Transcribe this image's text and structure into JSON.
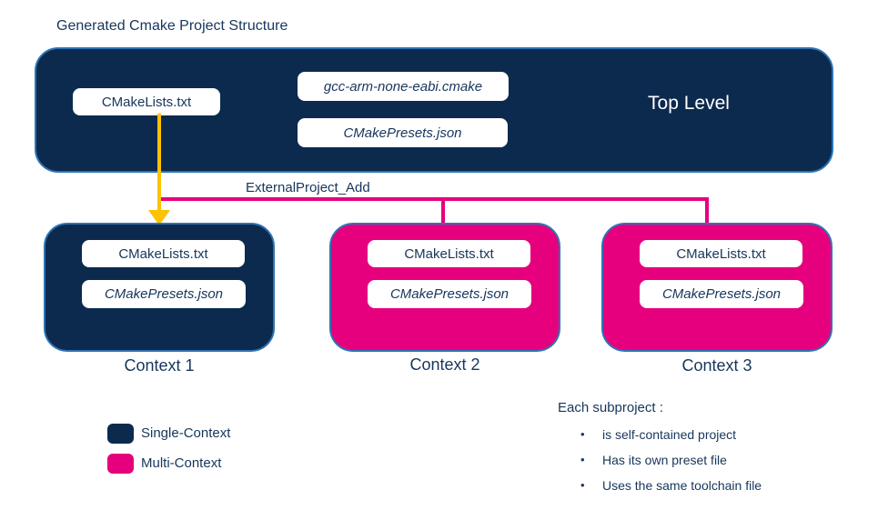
{
  "page": {
    "title": "Generated Cmake Project Structure"
  },
  "top_level": {
    "label": "Top Level",
    "files": {
      "cmakelists": "CMakeLists.txt",
      "toolchain": "gcc-arm-none-eabi.cmake",
      "presets": "CMakePresets.json"
    }
  },
  "connector": {
    "label": "ExternalProject_Add"
  },
  "contexts": [
    {
      "label": "Context 1",
      "type": "single-context",
      "files": {
        "cmakelists": "CMakeLists.txt",
        "presets": "CMakePresets.json"
      }
    },
    {
      "label": "Context 2",
      "type": "multi-context",
      "files": {
        "cmakelists": "CMakeLists.txt",
        "presets": "CMakePresets.json"
      }
    },
    {
      "label": "Context 3",
      "type": "multi-context",
      "files": {
        "cmakelists": "CMakeLists.txt",
        "presets": "CMakePresets.json"
      }
    }
  ],
  "legend": {
    "single": {
      "label": "Single-Context",
      "color": "#0c2a4e"
    },
    "multi": {
      "label": "Multi-Context",
      "color": "#e6007e"
    }
  },
  "notes": {
    "heading": "Each subproject :",
    "bullet_glyph": "•",
    "bullets": [
      "is self-contained project",
      "Has its own preset file",
      "Uses the same toolchain file"
    ]
  },
  "colors": {
    "navy": "#0c2a4e",
    "pink": "#e6007e",
    "yellow": "#fcc300",
    "box_border": "#2e74b5",
    "text": "#16365c"
  }
}
